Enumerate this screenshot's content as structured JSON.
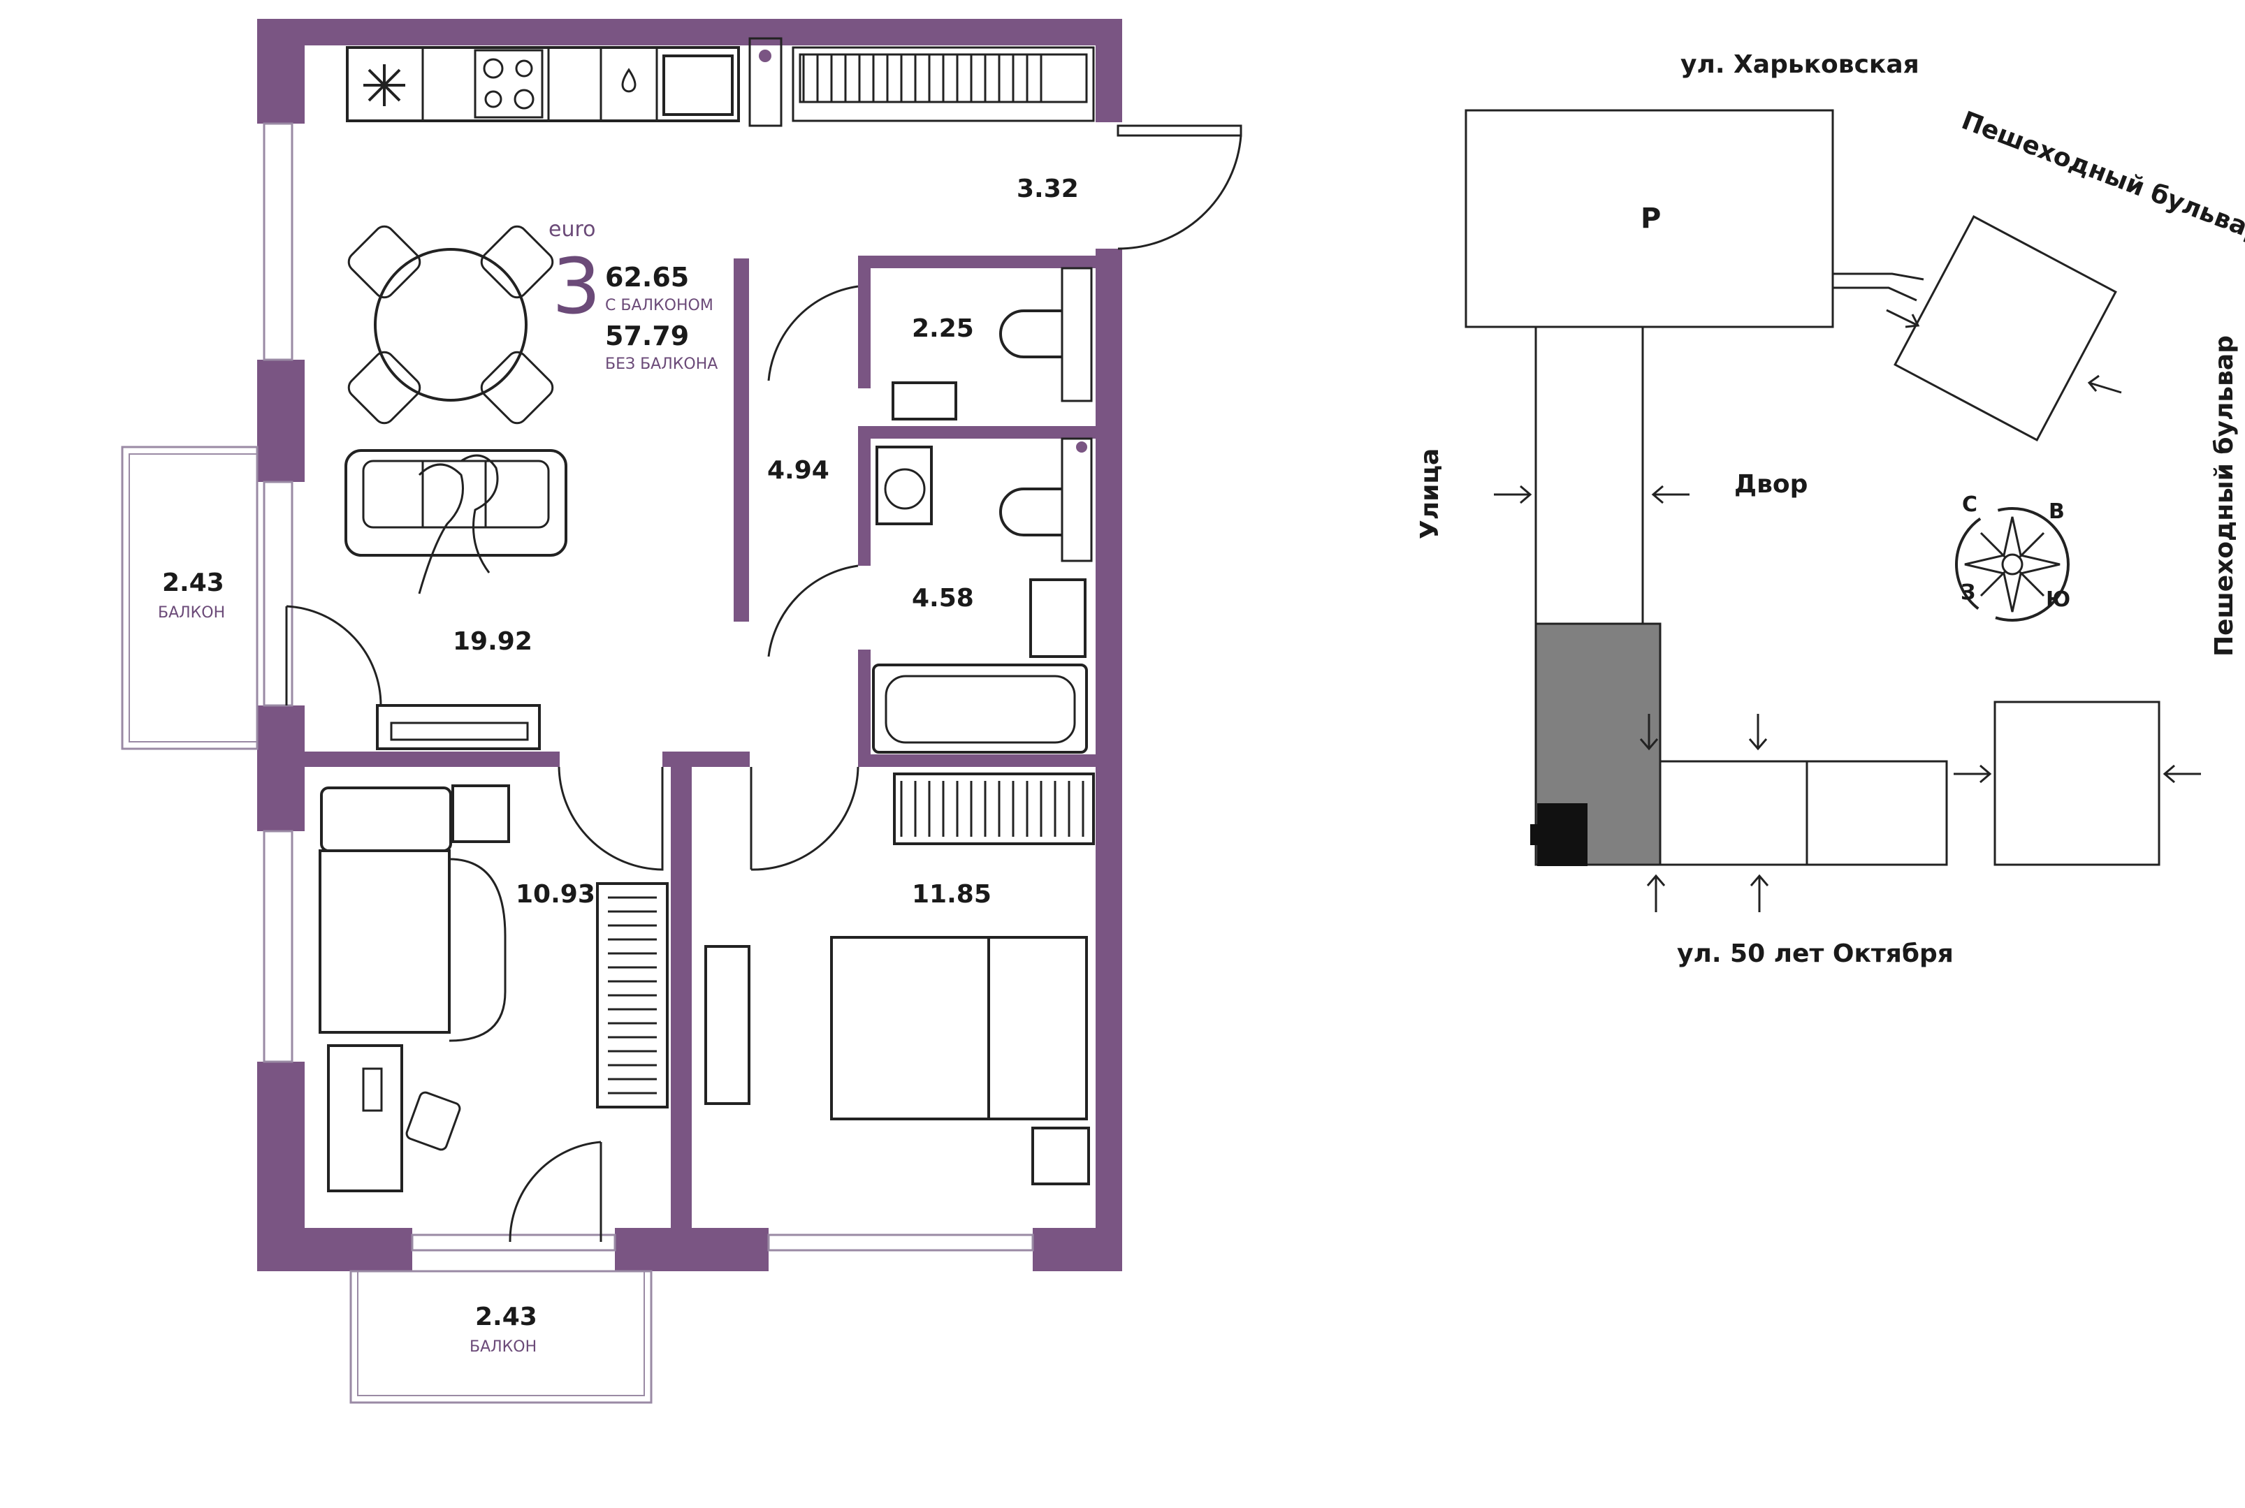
{
  "apartment": {
    "type_label": "euro",
    "rooms": "3",
    "area_with_balcony": "62.65",
    "with_balcony_caption": "С БАЛКОНОМ",
    "area_without_balcony": "57.79",
    "without_balcony_caption": "БЕЗ БАЛКОНА"
  },
  "rooms": {
    "hall": "3.32",
    "corridor": "4.94",
    "wc": "2.25",
    "bathroom": "4.58",
    "living": "19.92",
    "bedroom_small": "10.93",
    "bedroom_large": "11.85",
    "balcony_left_area": "2.43",
    "balcony_left_caption": "БАЛКОН",
    "balcony_bottom_area": "2.43",
    "balcony_bottom_caption": "БАЛКОН"
  },
  "site": {
    "street_top": "ул. Харьковская",
    "boulevard_top": "Пешеходный бульвар",
    "boulevard_right": "Пешеходный бульвар",
    "street_left": "Улица",
    "courtyard": "Двор",
    "parking": "Р",
    "street_bottom": "ул. 50 лет Октября"
  },
  "compass": {
    "north": "С",
    "east": "В",
    "south": "Ю",
    "west": "З"
  },
  "colors": {
    "wall": "#7a5583",
    "accent": "#6b4a78",
    "highlight": "#808080"
  }
}
